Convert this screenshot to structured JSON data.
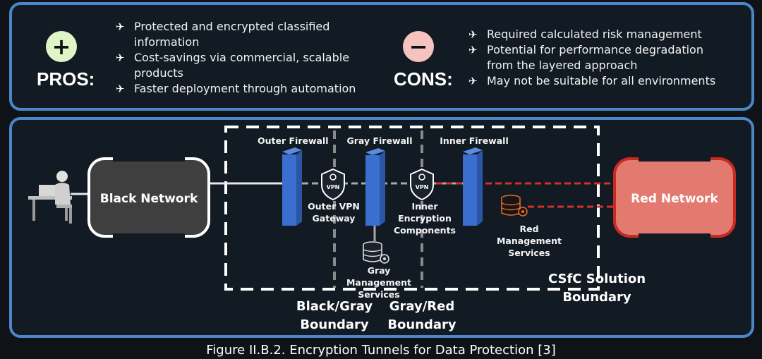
{
  "pros": {
    "symbol": "+",
    "heading": "PROS:",
    "items": [
      "Protected and encrypted classified\ninformation",
      "Cost-savings via commercial, scalable\nproducts",
      "Faster deployment through automation"
    ]
  },
  "cons": {
    "symbol": "−",
    "heading": "CONS:",
    "items": [
      "Required calculated risk management",
      "Potential for performance degradation\nfrom the layered approach",
      "May not be suitable for all environments"
    ]
  },
  "diagram": {
    "black_network": "Black Network",
    "red_network": "Red Network",
    "outer_firewall": "Outer  Firewall",
    "gray_firewall": "Gray Firewall",
    "inner_firewall": "Inner Firewall",
    "outer_vpn_gateway": "Outer VPN\nGateway",
    "inner_encryption": "Inner Encryption\nComponents",
    "vpn_badge": "VPN",
    "gray_management": "Gray Management\nServices",
    "red_management": "Red Management\nServices",
    "csfc_boundary": "CSfC Solution\nBoundary",
    "black_gray_boundary": "Black/Gray\nBoundary",
    "gray_red_boundary": "Gray/Red\nBoundary"
  },
  "caption": "Figure II.B.2. Encryption Tunnels for Data Protection [3]",
  "colors": {
    "panel_border": "#4a86c8",
    "plus_circle": "#dff5c8",
    "minus_circle": "#f6c4c0",
    "firewall": "#3a6fd0",
    "red_link": "#d0322a",
    "gray_link": "#a8a8a8",
    "black_network_fill": "#3f3f3f",
    "red_network_fill": "#e37a70"
  }
}
